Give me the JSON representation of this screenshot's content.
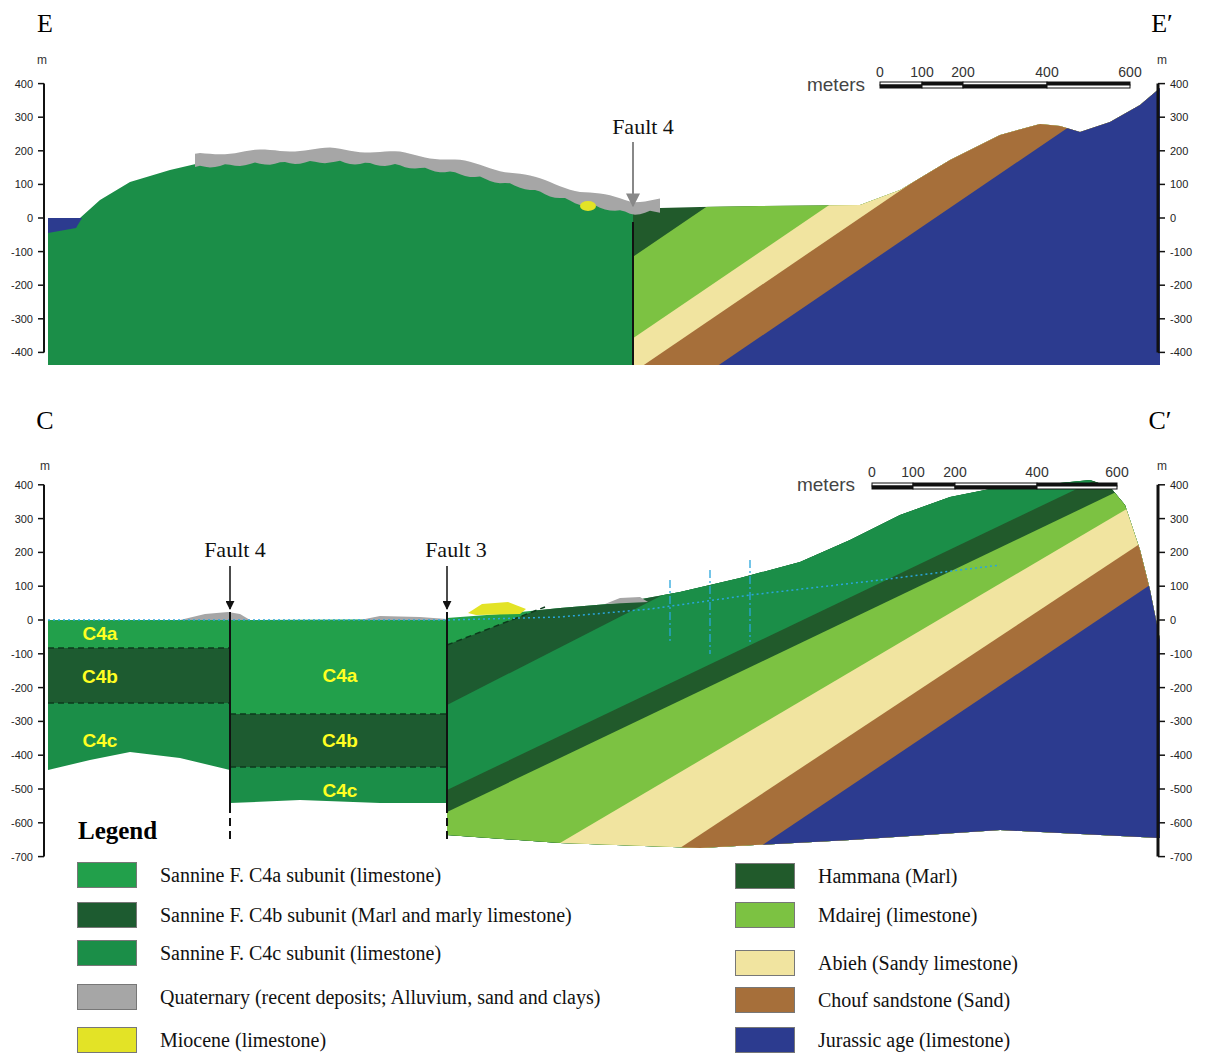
{
  "diagram": {
    "labels": [
      "E",
      "E′",
      "m",
      "m",
      "400",
      "300",
      "200",
      "100",
      "0",
      "-100",
      "-200",
      "-300",
      "-400",
      "400",
      "300",
      "200",
      "100",
      "0",
      "-100",
      "-200",
      "-300",
      "-400",
      "meters",
      "0",
      "100",
      "200",
      "400",
      "600",
      "Fault 4",
      "C",
      "C′",
      "m",
      "m",
      "400",
      "300",
      "200",
      "100",
      "0",
      "-100",
      "-200",
      "-300",
      "-400",
      "-500",
      "-600",
      "-700",
      "400",
      "300",
      "200",
      "100",
      "0",
      "-100",
      "-200",
      "-300",
      "-400",
      "-500",
      "-600",
      "-700",
      "meters",
      "0",
      "100",
      "200",
      "400",
      "600",
      "Fault 4",
      "Fault 3",
      "C4a",
      "C4b",
      "C4c",
      "C4a",
      "C4b",
      "C4c",
      "Legend"
    ],
    "legend": [
      {
        "text": "Sannine F. C4a subunit (limestone)",
        "color": "#22a04b"
      },
      {
        "text": "Sannine F. C4b subunit (Marl and marly limestone)",
        "color": "#1d5b30"
      },
      {
        "text": "Sannine F. C4c subunit (limestone)",
        "color": "#1b8e48"
      },
      {
        "text": "Quaternary (recent deposits; Alluvium, sand and clays)",
        "color": "#a6a6a6"
      },
      {
        "text": "Miocene (limestone)",
        "color": "#e3e326"
      },
      {
        "text": "Hammana (Marl)",
        "color": "#215a2b"
      },
      {
        "text": "Mdairej (limestone)",
        "color": "#7cc242"
      },
      {
        "text": "Abieh (Sandy limestone)",
        "color": "#f1e4a0"
      },
      {
        "text": "Chouf sandstone (Sand)",
        "color": "#a66f3a"
      },
      {
        "text": "Jurassic age (limestone)",
        "color": "#2c3b8f"
      }
    ]
  }
}
